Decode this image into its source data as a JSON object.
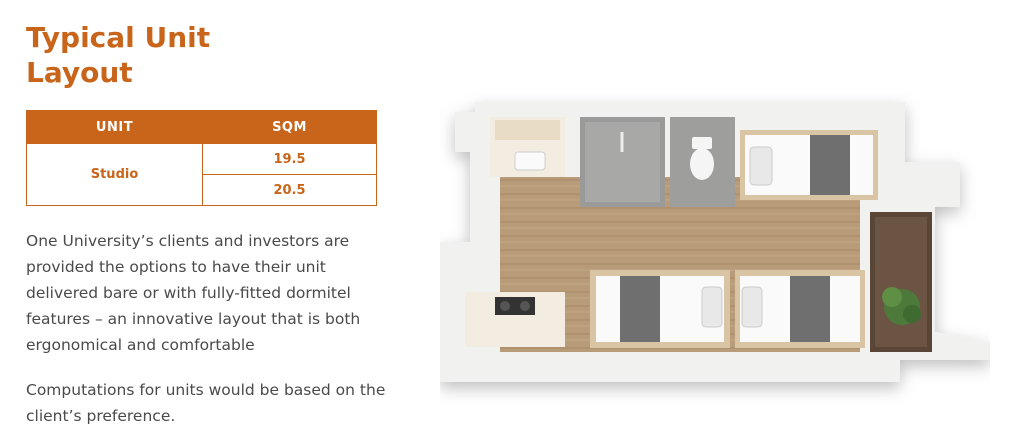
{
  "heading": {
    "line1": "Typical Unit",
    "line2": "Layout"
  },
  "table": {
    "headers": [
      "UNIT",
      "SQM"
    ],
    "unit_name": "Studio",
    "sqm_values": [
      "19.5",
      "20.5"
    ]
  },
  "paragraphs": [
    "One University’s clients and investors are provided the options to have their unit delivered bare or with fully-fitted dormitel features – an innovative layout that is both ergonomical and comfortable",
    "Computations for units would be based on the client’s preference."
  ],
  "colors": {
    "accent": "#c8651b",
    "body_text": "#4a4a4a",
    "floor": "#b89b78"
  }
}
